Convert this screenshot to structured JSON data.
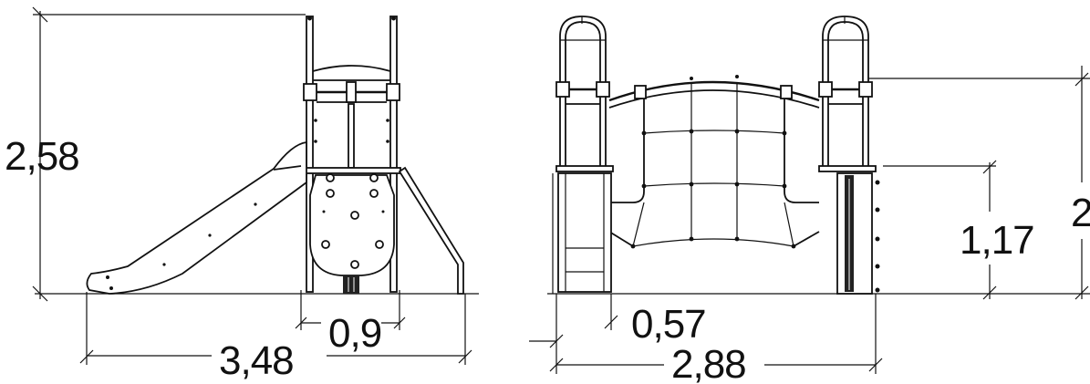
{
  "dimensions": {
    "side_total_height": "2,58",
    "side_total_length": "3,48",
    "side_platform_width": "0,9",
    "front_total_width": "2,88",
    "front_net_offset": "0,57",
    "front_platform_height": "1,17",
    "front_height_partial": "2"
  }
}
